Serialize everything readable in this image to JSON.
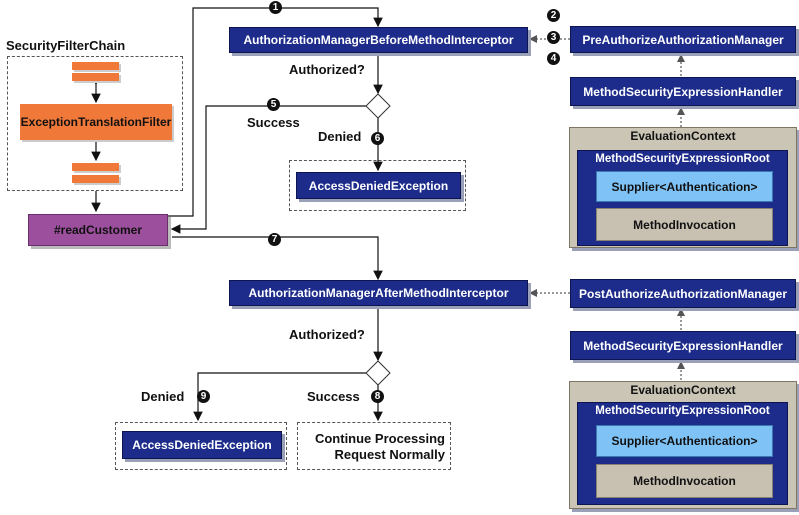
{
  "security_filter_chain": {
    "title": "SecurityFilterChain",
    "filter": "ExceptionTranslationFilter"
  },
  "read_customer": "#readCustomer",
  "before": {
    "interceptor": "AuthorizationManagerBeforeMethodInterceptor",
    "authorized_q": "Authorized?",
    "success": "Success",
    "denied": "Denied",
    "exception": "AccessDeniedException",
    "manager": "PreAuthorizeAuthorizationManager",
    "handler": "MethodSecurityExpressionHandler",
    "context_title": "EvaluationContext",
    "root_title": "MethodSecurityExpressionRoot",
    "supplier": "Supplier<Authentication>",
    "invocation": "MethodInvocation"
  },
  "after": {
    "interceptor": "AuthorizationManagerAfterMethodInterceptor",
    "authorized_q": "Authorized?",
    "success": "Success",
    "denied": "Denied",
    "exception": "AccessDeniedException",
    "continue_line1": "Continue Processing",
    "continue_line2": "Request Normally",
    "manager": "PostAuthorizeAuthorizationManager",
    "handler": "MethodSecurityExpressionHandler",
    "context_title": "EvaluationContext",
    "root_title": "MethodSecurityExpressionRoot",
    "supplier": "Supplier<Authentication>",
    "invocation": "MethodInvocation"
  },
  "steps": [
    "1",
    "2",
    "3",
    "4",
    "5",
    "6",
    "7",
    "8",
    "9"
  ],
  "colors": {
    "navy": "#1d2c8a",
    "orange": "#f0793a",
    "purple": "#9b4f9c",
    "tan": "#c8c1b2",
    "light_blue": "#7ec2f6"
  }
}
